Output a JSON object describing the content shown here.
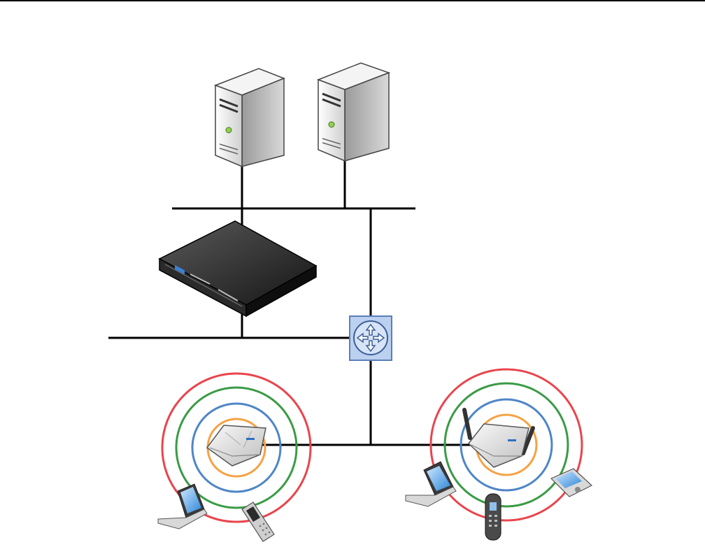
{
  "diagram": {
    "nodes": [
      {
        "id": "server-1",
        "kind": "tower-server",
        "icon": "server-tower-icon"
      },
      {
        "id": "server-2",
        "kind": "tower-server",
        "icon": "server-tower-icon"
      },
      {
        "id": "rack-controller",
        "kind": "rack-mount-appliance",
        "icon": "rack-appliance-icon"
      },
      {
        "id": "router",
        "kind": "router",
        "icon": "router-icon"
      },
      {
        "id": "access-point-1",
        "kind": "wireless-access-point",
        "icon": "access-point-icon"
      },
      {
        "id": "access-point-2",
        "kind": "wireless-access-point-external-antennas",
        "icon": "access-point-antenna-icon"
      },
      {
        "id": "laptop-1",
        "kind": "laptop",
        "icon": "laptop-icon"
      },
      {
        "id": "phone-1",
        "kind": "mobile-phone",
        "icon": "mobile-phone-icon"
      },
      {
        "id": "laptop-2",
        "kind": "laptop",
        "icon": "laptop-icon"
      },
      {
        "id": "cordless-phone",
        "kind": "cordless-handset",
        "icon": "cordless-phone-icon"
      },
      {
        "id": "pda",
        "kind": "pda",
        "icon": "pda-icon"
      }
    ],
    "edges": [
      {
        "from": "server-1",
        "to": "backbone-top"
      },
      {
        "from": "server-2",
        "to": "backbone-top"
      },
      {
        "from": "rack-controller",
        "to": "backbone-top"
      },
      {
        "from": "rack-controller",
        "to": "backbone-lower"
      },
      {
        "from": "backbone-top",
        "to": "router"
      },
      {
        "from": "router",
        "to": "backbone-lower"
      },
      {
        "from": "router",
        "to": "access-point-1"
      },
      {
        "from": "router",
        "to": "access-point-2"
      }
    ],
    "coverage_ring_colors": [
      "#f5a244",
      "#4f86c6",
      "#3a9b45",
      "#e8454d"
    ],
    "colors": {
      "line": "#000000",
      "router_fill": "#bcd0ef",
      "router_border": "#5a7fb8",
      "rack_dark": "#1e1e1e"
    }
  }
}
